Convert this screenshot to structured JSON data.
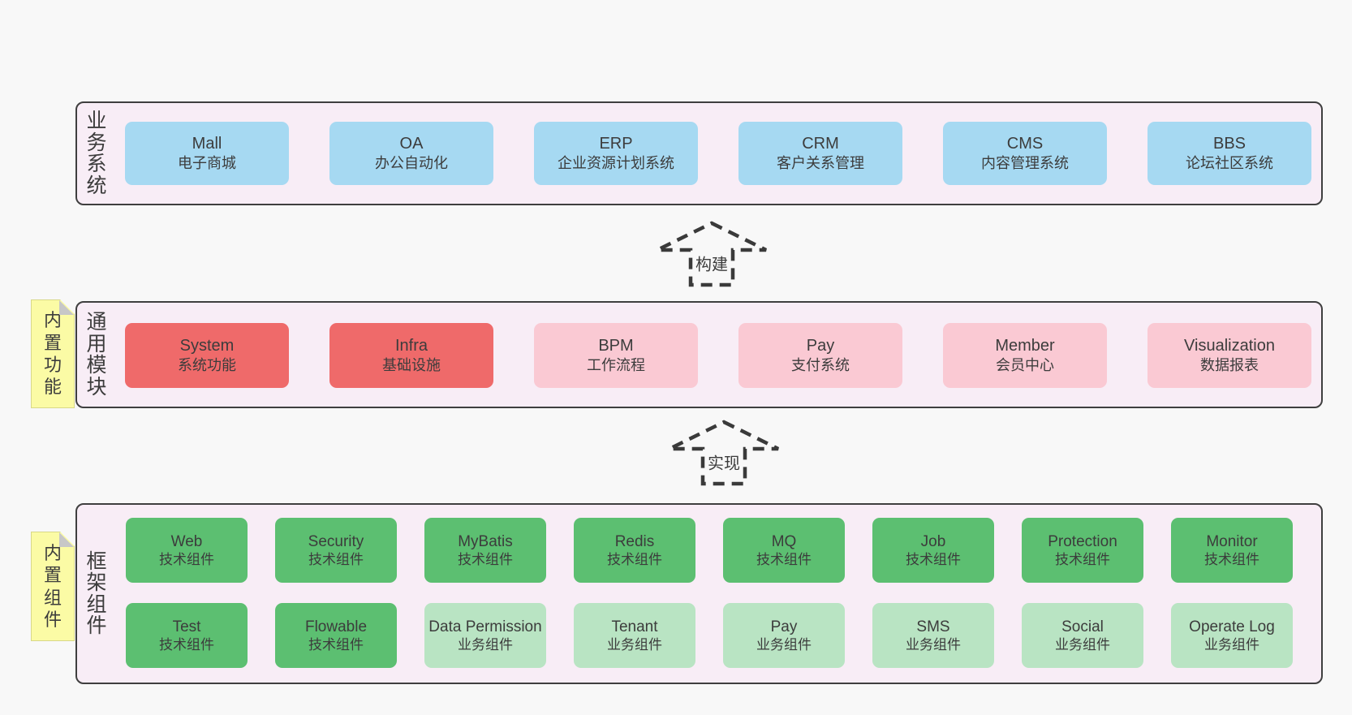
{
  "colors": {
    "page-bg": "#f8f8f8",
    "layer-bg": "#f8edf6",
    "line": "#3f3f3f",
    "text": "#3c3c3c",
    "blue": "#a6d9f2",
    "red": "#ef6a6a",
    "pink": "#fac9d3",
    "green": "#5cbf71",
    "green-light": "#b9e4c3",
    "yellow": "#fbfba5",
    "yellow-border": "#d8d887",
    "fold": "#c7c7c7"
  },
  "layers": [
    {
      "id": "business-systems",
      "label": "业务系统",
      "boxes": [
        {
          "name": "Mall",
          "desc": "电子商城"
        },
        {
          "name": "OA",
          "desc": "办公自动化"
        },
        {
          "name": "ERP",
          "desc": "企业资源计划系统"
        },
        {
          "name": "CRM",
          "desc": "客户关系管理"
        },
        {
          "name": "CMS",
          "desc": "内容管理系统"
        },
        {
          "name": "BBS",
          "desc": "论坛社区系统"
        }
      ]
    },
    {
      "id": "common-modules",
      "label": "通用模块",
      "note": "内置功能",
      "boxes": [
        {
          "name": "System",
          "desc": "系统功能",
          "variant": "red"
        },
        {
          "name": "Infra",
          "desc": "基础设施",
          "variant": "red"
        },
        {
          "name": "BPM",
          "desc": "工作流程",
          "variant": "pink"
        },
        {
          "name": "Pay",
          "desc": "支付系统",
          "variant": "pink"
        },
        {
          "name": "Member",
          "desc": "会员中心",
          "variant": "pink"
        },
        {
          "name": "Visualization",
          "desc": "数据报表",
          "variant": "pink"
        }
      ]
    },
    {
      "id": "framework-components",
      "label": "框架组件",
      "note": "内置组件",
      "rows": [
        [
          {
            "name": "Web",
            "desc": "技术组件",
            "variant": "green"
          },
          {
            "name": "Security",
            "desc": "技术组件",
            "variant": "green"
          },
          {
            "name": "MyBatis",
            "desc": "技术组件",
            "variant": "green"
          },
          {
            "name": "Redis",
            "desc": "技术组件",
            "variant": "green"
          },
          {
            "name": "MQ",
            "desc": "技术组件",
            "variant": "green"
          },
          {
            "name": "Job",
            "desc": "技术组件",
            "variant": "green"
          },
          {
            "name": "Protection",
            "desc": "技术组件",
            "variant": "green"
          },
          {
            "name": "Monitor",
            "desc": "技术组件",
            "variant": "green"
          }
        ],
        [
          {
            "name": "Test",
            "desc": "技术组件",
            "variant": "green"
          },
          {
            "name": "Flowable",
            "desc": "技术组件",
            "variant": "green"
          },
          {
            "name": "Data Permission",
            "desc": "业务组件",
            "variant": "green-light"
          },
          {
            "name": "Tenant",
            "desc": "业务组件",
            "variant": "green-light"
          },
          {
            "name": "Pay",
            "desc": "业务组件",
            "variant": "green-light"
          },
          {
            "name": "SMS",
            "desc": "业务组件",
            "variant": "green-light"
          },
          {
            "name": "Social",
            "desc": "业务组件",
            "variant": "green-light"
          },
          {
            "name": "Operate Log",
            "desc": "业务组件",
            "variant": "green-light"
          }
        ]
      ]
    }
  ],
  "arrows": [
    {
      "label": "构建"
    },
    {
      "label": "实现"
    }
  ]
}
